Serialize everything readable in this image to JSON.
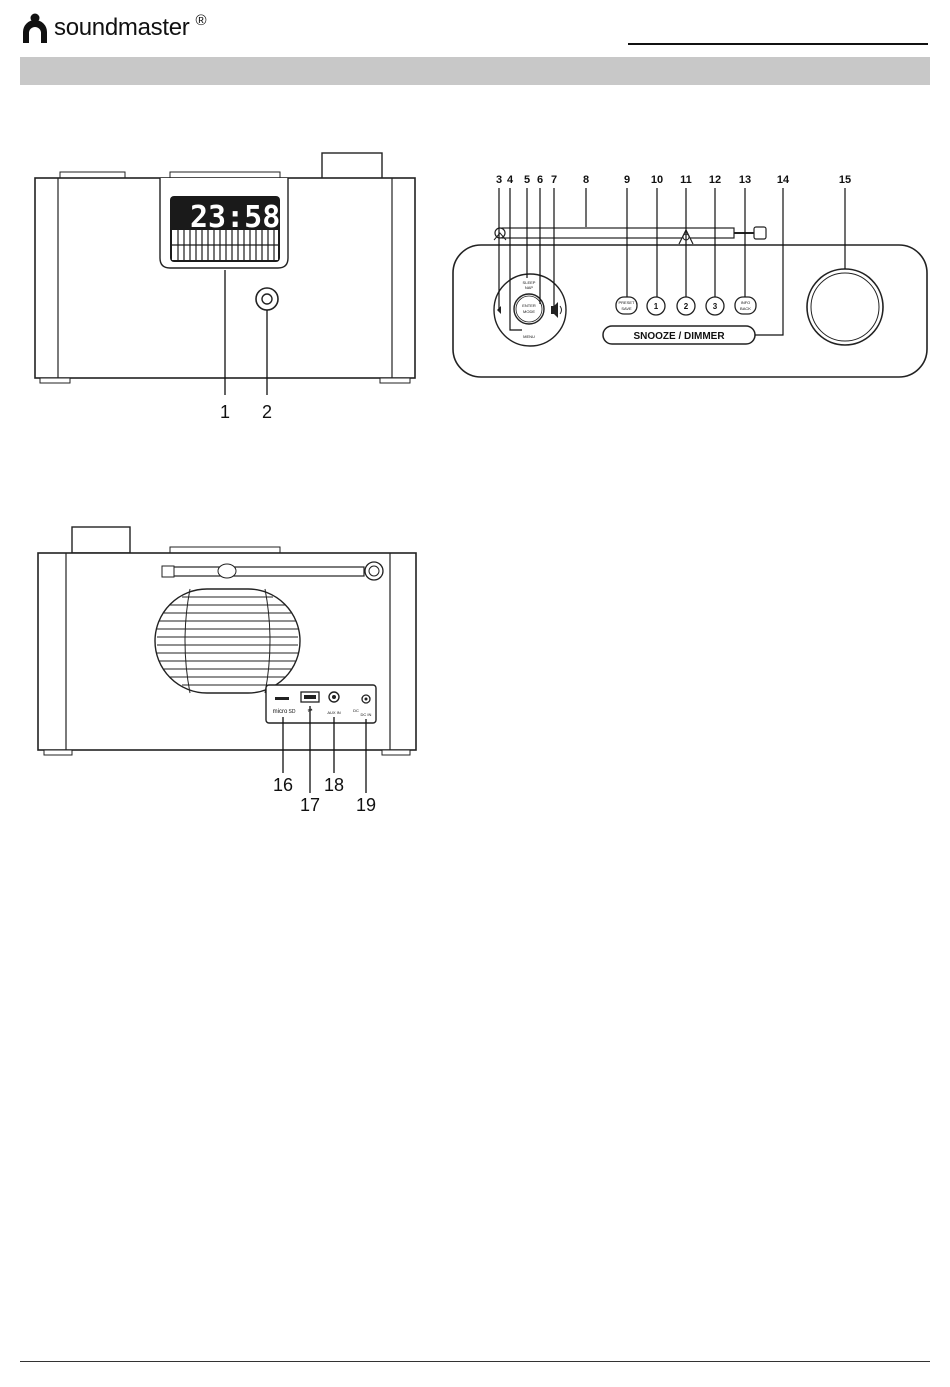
{
  "brand": {
    "name": "soundmaster",
    "reg": "®"
  },
  "front": {
    "display_time": "23:58",
    "callouts": [
      "1",
      "2"
    ]
  },
  "top": {
    "callouts": [
      "3",
      "4",
      "5",
      "6",
      "7",
      "8",
      "9",
      "10",
      "11",
      "12",
      "13",
      "14",
      "15"
    ],
    "panel_text": {
      "sleep_nap": "SLEEP\nNAP",
      "sleep": "SLEEP",
      "nap": "NAP",
      "enter": "ENTER",
      "mode": "MODE",
      "menu": "MENU",
      "preset": "PRESET",
      "save": "SAVE",
      "p1": "1",
      "p2": "2",
      "p3": "3",
      "info": "INFO",
      "back": "BACK",
      "snooze": "SNOOZE / DIMMER"
    }
  },
  "rear": {
    "callouts": [
      "16",
      "17",
      "18",
      "19"
    ],
    "port_text": {
      "micro": "micro",
      "sd": "SD",
      "aux": "AUX IN",
      "dc": "DC",
      "dc_in": "DC IN"
    }
  }
}
